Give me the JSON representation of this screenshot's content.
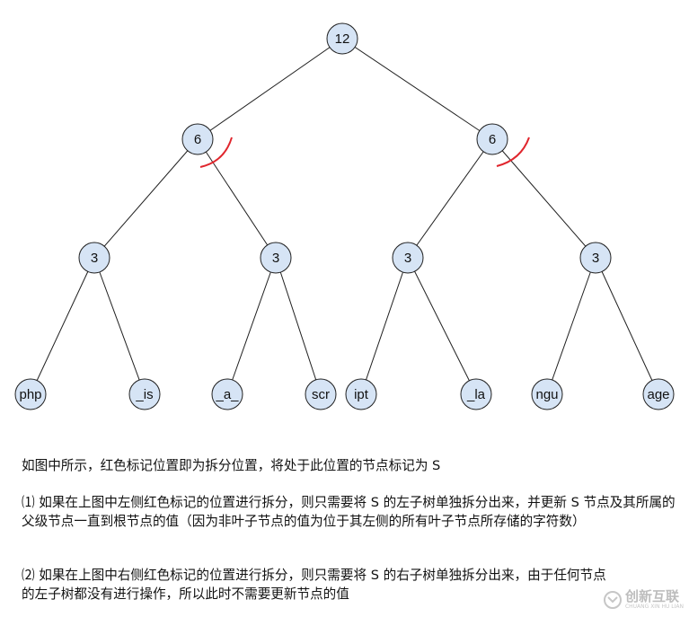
{
  "tree": {
    "nodes": [
      {
        "id": "root",
        "label": "12"
      },
      {
        "id": "l",
        "label": "6"
      },
      {
        "id": "r",
        "label": "6"
      },
      {
        "id": "ll",
        "label": "3"
      },
      {
        "id": "lr",
        "label": "3"
      },
      {
        "id": "rl",
        "label": "3"
      },
      {
        "id": "rr",
        "label": "3"
      },
      {
        "id": "leaf1",
        "label": "php"
      },
      {
        "id": "leaf2",
        "label": "_is"
      },
      {
        "id": "leaf3",
        "label": "_a_"
      },
      {
        "id": "leaf4",
        "label": "scr"
      },
      {
        "id": "leaf5",
        "label": "ipt"
      },
      {
        "id": "leaf6",
        "label": "_la"
      },
      {
        "id": "leaf7",
        "label": "ngu"
      },
      {
        "id": "leaf8",
        "label": "age"
      }
    ],
    "edges": [
      [
        "root",
        "l"
      ],
      [
        "root",
        "r"
      ],
      [
        "l",
        "ll"
      ],
      [
        "l",
        "lr"
      ],
      [
        "r",
        "rl"
      ],
      [
        "r",
        "rr"
      ],
      [
        "ll",
        "leaf1"
      ],
      [
        "ll",
        "leaf2"
      ],
      [
        "lr",
        "leaf3"
      ],
      [
        "lr",
        "leaf4"
      ],
      [
        "rl",
        "leaf5"
      ],
      [
        "rl",
        "leaf6"
      ],
      [
        "rr",
        "leaf7"
      ],
      [
        "rr",
        "leaf8"
      ]
    ],
    "split_marks": [
      "l-right-edge",
      "r-left-edge"
    ],
    "split_color": "#e0262d",
    "node_fill": "#d6e4f5"
  },
  "text": {
    "p1": "如图中所示，红色标记位置即为拆分位置，将处于此位置的节点标记为 S",
    "p2": "⑴ 如果在上图中左侧红色标记的位置进行拆分，则只需要将 S 的左子树单独拆分出来，并更新 S 节点及其所属的父级节点一直到根节点的值（因为非叶子节点的值为位于其左侧的所有叶子节点所存储的字符数）",
    "p3": "⑵ 如果在上图中右侧红色标记的位置进行拆分，则只需要将 S 的右子树单独拆分出来，由于任何节点的左子树都没有进行操作，所以此时不需要更新节点的值"
  },
  "watermark": {
    "name": "创新互联",
    "sub": "CHUANG XIN HU LIAN",
    "icon": "logo-icon"
  }
}
